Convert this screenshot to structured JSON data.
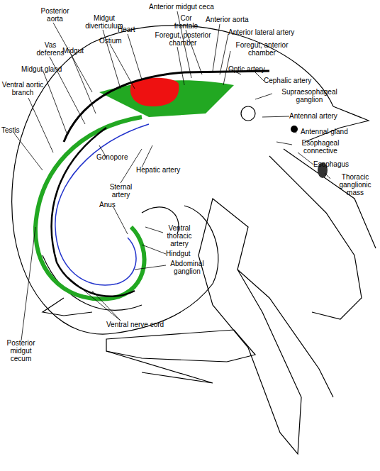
{
  "diagram": {
    "labels": [
      "Posterior aorta",
      "Midgut diverticulum",
      "Heart",
      "Ostium",
      "Anterior midgut ceca",
      "Cor frontale",
      "Anterior aorta",
      "Foregut, posterior chamber",
      "Anterior lateral artery",
      "Foregut, anterior chamber",
      "Optic artery",
      "Cephalic artery",
      "Supraesophageal ganglion",
      "Antennal artery",
      "Antennal gland",
      "Esophageal connective",
      "Esophagus",
      "Thoracic ganglionic mass",
      "Vas deferens",
      "Midgut",
      "Midgut gland",
      "Ventral aortic branch",
      "Testis",
      "Gonopore",
      "Hepatic artery",
      "Sternal artery",
      "Anus",
      "Ventral thoracic artery",
      "Hindgut",
      "Abdominal ganglion",
      "Posterior midgut cecum",
      "Ventral nerve cord"
    ]
  }
}
